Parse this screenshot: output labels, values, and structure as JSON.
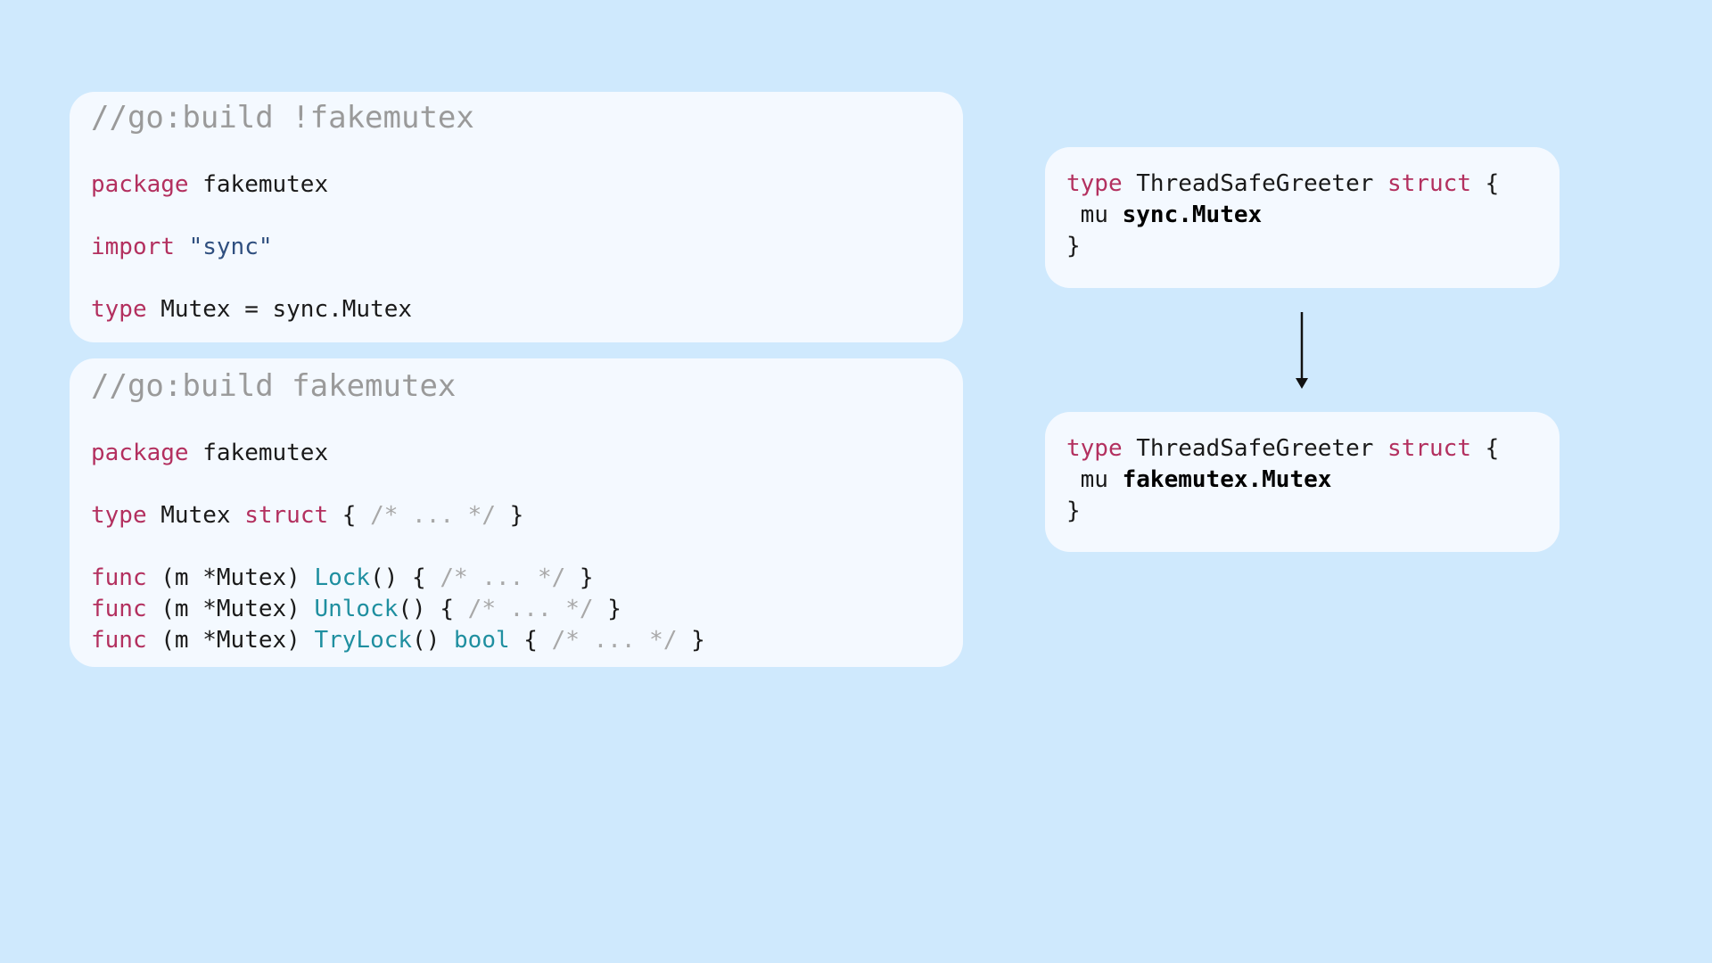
{
  "left_top_card": {
    "build_tag": "//go:build !fakemutex",
    "package_kw": "package",
    "package_name": " fakemutex",
    "import_kw": "import",
    "import_path": " \"sync\"",
    "type_kw": "type",
    "type_decl": " Mutex = sync.Mutex"
  },
  "left_bottom_card": {
    "build_tag": "//go:build fakemutex",
    "package_kw": "package",
    "package_name": " fakemutex",
    "type_kw": "type",
    "type_name": " Mutex ",
    "struct_kw": "struct",
    "struct_open": " { ",
    "struct_comment": "/* ... */",
    "struct_close": " }",
    "funcs": [
      {
        "kw": "func",
        "receiver": " (m *Mutex) ",
        "name": "Lock",
        "params": "() { ",
        "ret": "",
        "comment": "/* ... */",
        "close": " }"
      },
      {
        "kw": "func",
        "receiver": " (m *Mutex) ",
        "name": "Unlock",
        "params": "() { ",
        "ret": "",
        "comment": "/* ... */",
        "close": " }"
      },
      {
        "kw": "func",
        "receiver": " (m *Mutex) ",
        "name": "TryLock",
        "params": "() ",
        "ret": "bool",
        "ret_after": " { ",
        "comment": "/* ... */",
        "close": " }"
      }
    ]
  },
  "right_top_card": {
    "type_kw": "type",
    "type_name": " ThreadSafeGreeter ",
    "struct_kw": "struct",
    "open": " {",
    "field": " mu ",
    "field_type": "sync.Mutex",
    "close": "}"
  },
  "right_bottom_card": {
    "type_kw": "type",
    "type_name": " ThreadSafeGreeter ",
    "struct_kw": "struct",
    "open": " {",
    "field": " mu ",
    "field_type": "fakemutex.Mutex",
    "close": "}"
  },
  "colors": {
    "background": "#cfe9fd",
    "card": "#f4f9ff",
    "keyword": "#b3305f",
    "string": "#2f4f7f",
    "function": "#1f8fa0",
    "comment": "#a8a8a8"
  },
  "icons": {
    "arrow": "arrow-down-icon"
  }
}
